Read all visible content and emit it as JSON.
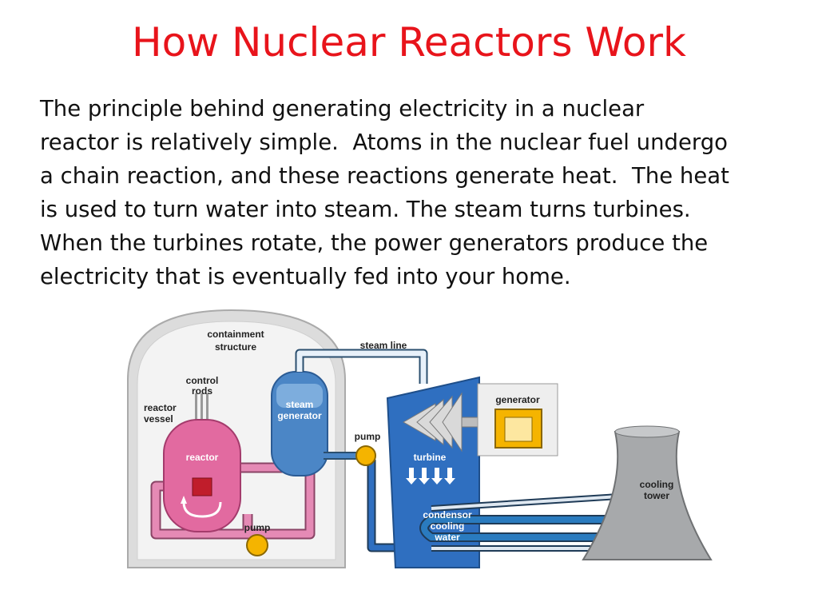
{
  "slide": {
    "title": "How Nuclear Reactors Work",
    "body": "The principle behind generating electricity in a nuclear\nreactor is relatively simple.  Atoms in the nuclear fuel undergo\na chain reaction, and these reactions generate heat.  The heat\nis used to turn water into steam. The steam turns turbines.\nWhen the turbines rotate, the power generators produce the\nelectricity that is eventually fed into your home."
  },
  "diagram": {
    "labels": {
      "containment_line1": "containment",
      "containment_line2": "structure",
      "steam_line": "steam line",
      "control_line1": "control",
      "control_line2": "rods",
      "vessel_line1": "reactor",
      "vessel_line2": "vessel",
      "reactor": "reactor",
      "steam_gen_line1": "steam",
      "steam_gen_line2": "generator",
      "pump_top": "pump",
      "pump_bottom": "pump",
      "generator": "generator",
      "turbine": "turbine",
      "condensor_line1": "condensor",
      "condensor_line2": "cooling",
      "condensor_line3": "water",
      "cooling_line1": "cooling",
      "cooling_line2": "tower"
    },
    "colors": {
      "title": "#e8141b",
      "containment": "#dcdcdc",
      "primary_loop": "#e58ab5",
      "reactor": "#e26aa0",
      "steam_generator": "#4b86c6",
      "turbine": "#2f6fc0",
      "cooling_loop": "#1e5a86",
      "pump": "#f5b400",
      "generator": "#f5b400",
      "tower": "#a7a9ab"
    }
  }
}
